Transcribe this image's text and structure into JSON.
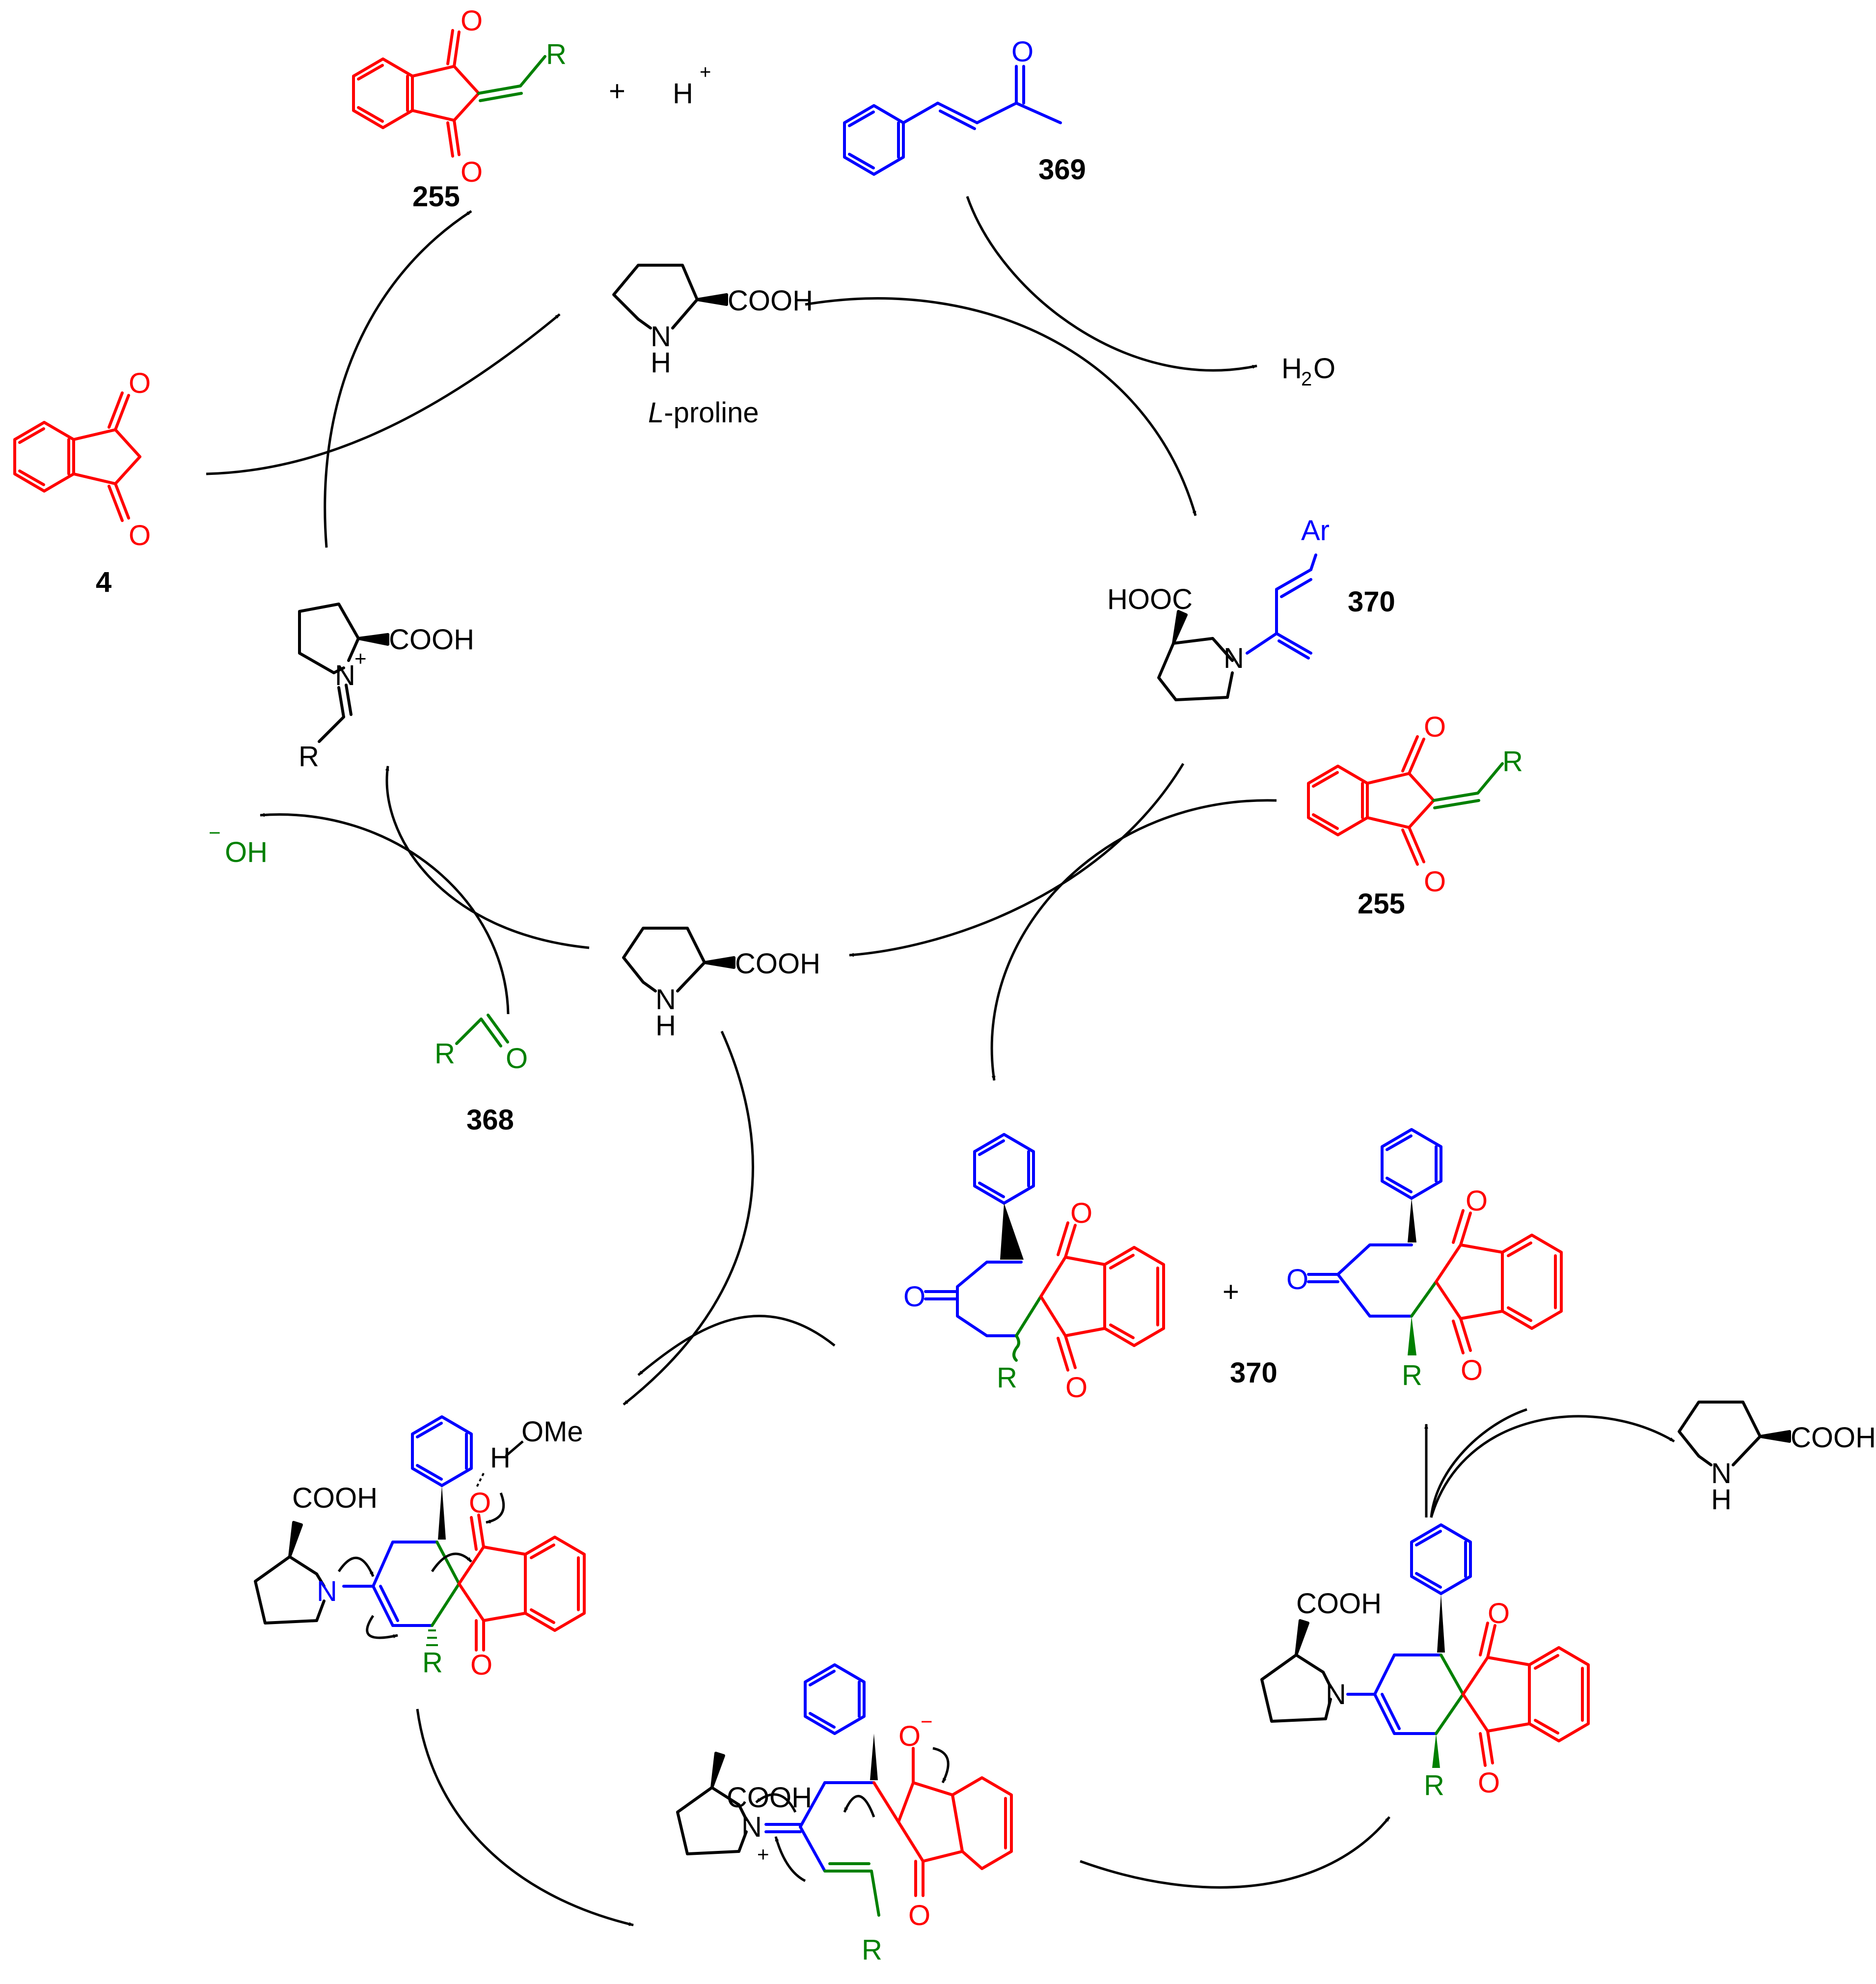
{
  "colors": {
    "black": "#000000",
    "red": "#ff0000",
    "blue": "#0000ff",
    "green": "#008000"
  },
  "compounds": {
    "c255_top": "255",
    "c369": "369",
    "c4": "4",
    "c370_top": "370",
    "c255_right": "255",
    "c368": "368",
    "c370_mid": "370"
  },
  "reagents": {
    "plus_top": "+",
    "proton": "H",
    "proton_charge": "+",
    "water_h": "H",
    "water_sub": "2",
    "water_o": "O",
    "hydroxide_charge": "−",
    "hydroxide": "OH",
    "plus_mid": "+"
  },
  "labels": {
    "lproline_italic": "L",
    "lproline_rest": "-proline"
  },
  "atoms": {
    "O": "O",
    "R": "R",
    "Ar": "Ar",
    "N": "N",
    "H": "H",
    "NH": "N",
    "COOH": "COOH",
    "HOOC": "HOOC",
    "OMe": "OMe",
    "nplus": "+",
    "ominus": "−"
  }
}
